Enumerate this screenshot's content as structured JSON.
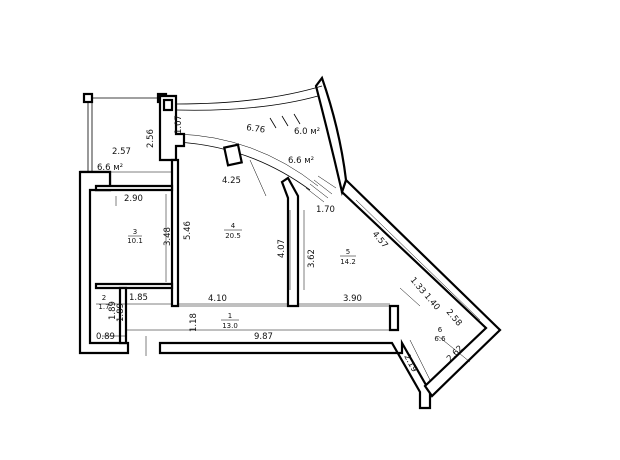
{
  "rooms": [
    {
      "id": "1",
      "number": "1",
      "area": "13.0"
    },
    {
      "id": "2",
      "number": "2",
      "area": "1.7"
    },
    {
      "id": "3",
      "number": "3",
      "area": "10.1"
    },
    {
      "id": "4",
      "number": "4",
      "area": "20.5"
    },
    {
      "id": "5",
      "number": "5",
      "area": "14.2"
    },
    {
      "id": "6",
      "number": "6",
      "area": "6.6"
    }
  ],
  "balconies": {
    "left": "6.6 м²",
    "arc_outer": "6.0 м²",
    "arc_inner": "6.6 м²"
  },
  "dimensions": {
    "d_257": "2.57",
    "d_256": "2.56",
    "d_107": "1.07",
    "d_676": "6.76",
    "d_290": "2.90",
    "d_425": "4.25",
    "d_546": "5.46",
    "d_348": "3.48",
    "d_407": "4.07",
    "d_362": "3.62",
    "d_170": "1.70",
    "d_457": "4.57",
    "d_185": "1.85",
    "d_189a": "1.89",
    "d_189b": "1.89",
    "d_089": "0.89",
    "d_410": "4.10",
    "d_390": "3.90",
    "d_133": "1.33",
    "d_140": "1.40",
    "d_258": "2.58",
    "d_118": "1.18",
    "d_987": "9.87",
    "d_219": "2.19",
    "d_262": "2.62"
  }
}
